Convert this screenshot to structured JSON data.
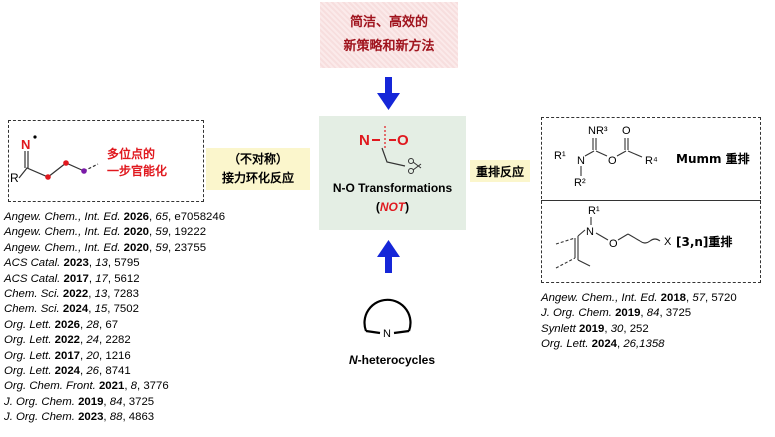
{
  "top_box": {
    "line1": "简洁、高效的",
    "line2": "新策略和新方法"
  },
  "center": {
    "atom_n": "N",
    "atom_o": "O",
    "title": "N-O Transformations",
    "not_open": "(",
    "not_word": "NOT",
    "not_close": ")"
  },
  "left_panel": {
    "atom_n": "N",
    "atom_r": "R",
    "red_label_line1": "多位点的",
    "red_label_line2": "一步官能化",
    "yellow_line1": "（不对称）",
    "yellow_line2": "接力环化反应"
  },
  "right_panel": {
    "yellow_label": "重排反应",
    "mumm_label": "Mumm 重排",
    "sigma_label": "[3,n]重排",
    "mumm_atoms": {
      "r1": "R¹",
      "n": "N",
      "r2": "R²",
      "nr3": "NR³",
      "o1": "O",
      "o2": "O",
      "r4": "R⁴"
    },
    "sigma_atoms": {
      "r1": "R¹",
      "n": "N",
      "o": "O",
      "x": "X"
    }
  },
  "bottom": {
    "ring_n": "N",
    "label_prefix": "N",
    "label_rest": "-heterocycles"
  },
  "left_refs": [
    {
      "journal": "Angew. Chem., Int. Ed.",
      "year": "2026",
      "vol": "65",
      "page": "e7058246"
    },
    {
      "journal": "Angew. Chem., Int. Ed.",
      "year": "2020",
      "vol": "59",
      "page": "19222"
    },
    {
      "journal": "Angew. Chem., Int. Ed.",
      "year": "2020",
      "vol": "59",
      "page": "23755"
    },
    {
      "journal": "ACS Catal.",
      "year": "2023",
      "vol": "13",
      "page": "5795"
    },
    {
      "journal": "ACS Catal.",
      "year": "2017",
      "vol": "17",
      "page": "5612"
    },
    {
      "journal": "Chem. Sci.",
      "year": "2022",
      "vol": "13",
      "page": "7283"
    },
    {
      "journal": "Chem. Sci.",
      "year": "2024",
      "vol": "15",
      "page": "7502"
    },
    {
      "journal": "Org. Lett.",
      "year": "2026",
      "vol": "28",
      "page": "67"
    },
    {
      "journal": "Org. Lett.",
      "year": "2022",
      "vol": "24",
      "page": "2282"
    },
    {
      "journal": "Org. Lett.",
      "year": "2017",
      "vol": "20",
      "page": "1216"
    },
    {
      "journal": "Org. Lett.",
      "year": "2024",
      "vol": "26",
      "page": "8741"
    },
    {
      "journal": "Org. Chem. Front.",
      "year": "2021",
      "vol": "8",
      "page": "3776"
    },
    {
      "journal": "J. Org. Chem.",
      "year": "2019",
      "vol": "84",
      "page": "3725"
    },
    {
      "journal": "J. Org. Chem.",
      "year": "2023",
      "vol": "88",
      "page": "4863"
    }
  ],
  "right_refs": [
    {
      "journal": "Angew. Chem., Int. Ed.",
      "year": "2018",
      "vol": "57",
      "page": "5720"
    },
    {
      "journal": "J. Org. Chem.",
      "year": "2019",
      "vol": "84",
      "page": "3725"
    },
    {
      "journal": "Synlett",
      "year": "2019",
      "vol": "30",
      "page": "252"
    },
    {
      "journal": "Org. Lett.",
      "year": "2024",
      "vol": "26,1358",
      "page": ""
    }
  ],
  "colors": {
    "arrow_blue": "#1526d8",
    "accent_red": "#e0181e",
    "dark_red_text": "#a0141e",
    "center_bg": "#e4eee4",
    "yellow_bg": "#fbf6cc",
    "dot_purple": "#7a1aa8"
  }
}
